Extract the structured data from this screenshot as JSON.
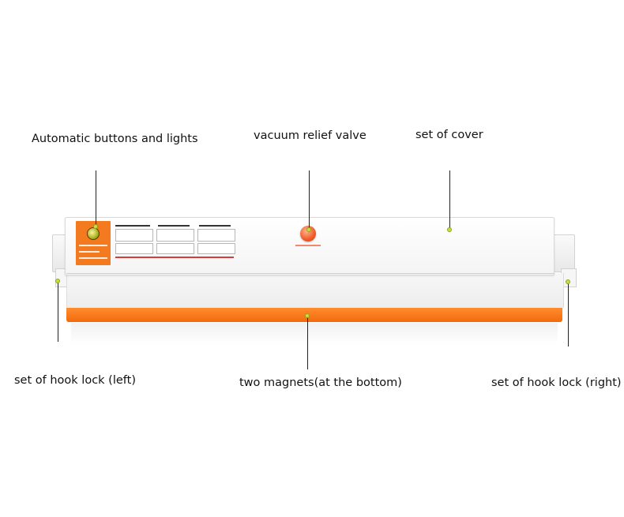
{
  "labels": {
    "automatic_buttons": "Automatic buttons and lights",
    "vacuum_relief_valve": "vacuum relief valve",
    "set_of_cover": "set of cover",
    "hook_lock_left": "set of hook lock (left)",
    "two_magnets": "two magnets(at the bottom)",
    "hook_lock_right": "set of hook lock (right)"
  },
  "colors": {
    "accent_orange": "#f47a1f",
    "valve_red": "#f05a28",
    "marker_dot": "#c8e03a"
  }
}
